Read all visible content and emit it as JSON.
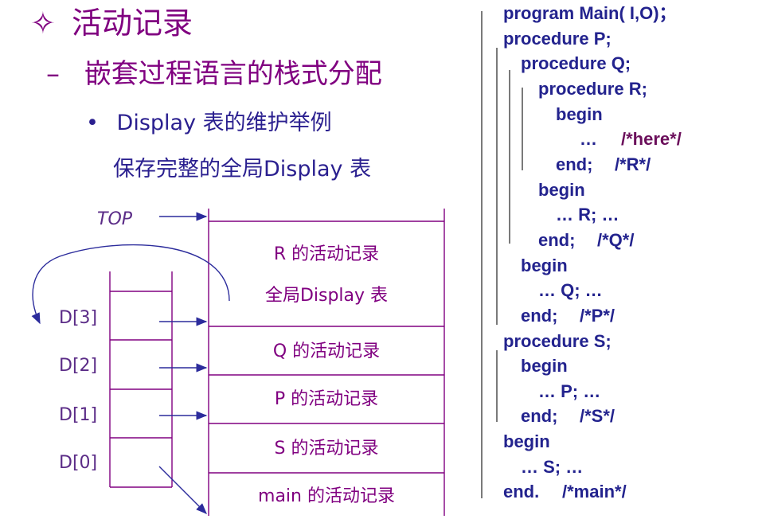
{
  "heading": {
    "bullet": "✧",
    "text": "活动记录"
  },
  "subheading": {
    "dash": "–",
    "text": "嵌套过程语言的栈式分配"
  },
  "point": {
    "bullet": "•",
    "line1": "Display 表的维护举例",
    "line2": "保存完整的全局Display 表"
  },
  "diagram": {
    "top_label": "TOP",
    "display_labels": [
      "D[3]",
      "D[2]",
      "D[1]",
      "D[0]"
    ],
    "stack_segments": {
      "r_record": "R 的活动记录",
      "global_display": "全局Display 表",
      "q_record": "Q 的活动记录",
      "p_record": "P 的活动记录",
      "s_record": "S 的活动记录",
      "main_record": "main 的活动记录"
    }
  },
  "code_lines": [
    "program Main( I,O)；",
    "procedure P;",
    "procedure Q;",
    "procedure R;",
    "begin",
    "…",
    "/*here*/",
    "end;",
    "/*R*/",
    "begin",
    "… R; …",
    "end;",
    "/*Q*/",
    "begin",
    "… Q; …",
    "end;",
    "/*P*/",
    "procedure S;",
    "begin",
    "… P; …",
    "end;",
    "/*S*/",
    "begin",
    "…  S; …",
    "end.",
    "/*main*/"
  ],
  "colors": {
    "title": "#800080",
    "lines": "#800080",
    "code": "#23238e",
    "arrow": "#2c2c9c"
  }
}
